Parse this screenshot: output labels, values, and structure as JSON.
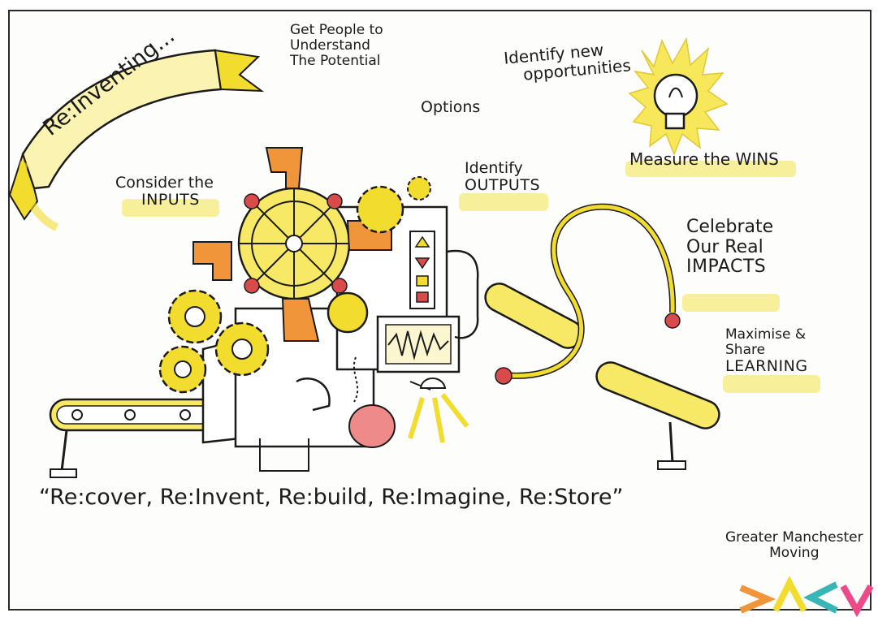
{
  "banner": {
    "text": "Re:Inventing..."
  },
  "labels": {
    "get_people": [
      "Get People to",
      "Understand",
      "The Potential"
    ],
    "identify_new": [
      "Identify new",
      "opportunities"
    ],
    "options": "Options",
    "consider": [
      "Consider the",
      "INPUTS"
    ],
    "identify_outputs": [
      "Identify",
      "OUTPUTS"
    ],
    "measure": "Measure the WINS",
    "celebrate": [
      "Celebrate",
      "Our Real",
      "IMPACTS"
    ],
    "maximise": [
      "Maximise &",
      "Share",
      "LEARNING"
    ]
  },
  "quote": "“Re:cover, Re:Invent, Re:build, Re:Imagine, Re:Store”",
  "org": {
    "line1": "Greater Manchester",
    "line2": "Moving",
    "logo_text": "> Λ < V"
  },
  "colors": {
    "yellow": "#f2dc2e",
    "orange": "#f0953a",
    "red": "#d94b4b",
    "pink": "#ee4a8a",
    "teal": "#39b5b5",
    "ink": "#1b1b1b"
  },
  "icons": [
    "banner-icon",
    "lightbulb-icon",
    "gear-icon",
    "wheel-icon",
    "boot-icon",
    "machine-icon",
    "conveyor-icon",
    "boxing-glove-icon",
    "lamp-icon",
    "logo-icon"
  ]
}
